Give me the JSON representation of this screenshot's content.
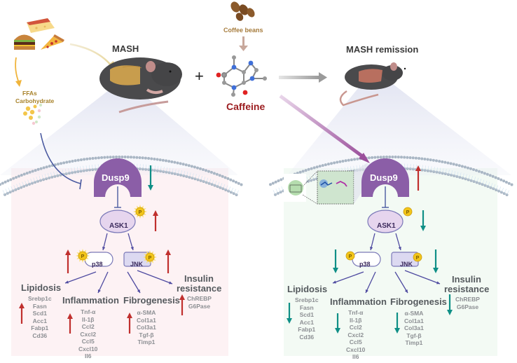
{
  "colors": {
    "up_arrow": "#c0302e",
    "down_arrow": "#0f8f86",
    "dusp9": "#8b5ea7",
    "ask1_fill": "#e6d5ee",
    "node_border": "#7b79b8",
    "jnk_fill": "#dcd9f1",
    "phospho": "#f2c51a",
    "pathway_arrow": "#4e4aa0",
    "caffeine_text": "#9b1c1f",
    "coffee_text": "#a67c3d",
    "food_text": "#a8822a",
    "left_panel_bg": "#fdf2f4",
    "right_panel_bg": "#f3faf4",
    "purple_arrow": "#9a4f9b"
  },
  "top": {
    "food_icons": [
      "cheese-icon",
      "burger-icon",
      "pizza-icon"
    ],
    "ffa_label": "FFAs",
    "carb_label": "Carbohydrate",
    "mash_title": "MASH",
    "plus": "+",
    "coffee_label": "Coffee beans",
    "caffeine_label": "Caffeine",
    "remission_title": "MASH remission"
  },
  "left_panel": {
    "dusp9": {
      "label": "Dusp9",
      "change": "down"
    },
    "ask1": {
      "label": "ASK1",
      "phospho": "P",
      "change": "up"
    },
    "p38": {
      "label": "p38",
      "phospho": "P",
      "change": "up"
    },
    "jnk": {
      "label": "JNK",
      "phospho": "P",
      "change": "up"
    },
    "outcomes": [
      {
        "title": "Lipidosis",
        "genes": [
          "Srebp1c",
          "Fasn",
          "Scd1",
          "Acc1",
          "Fabp1",
          "Cd36"
        ],
        "change": "up"
      },
      {
        "title": "Inflammation",
        "genes": [
          "Tnf-α",
          "Il-1β",
          "Ccl2",
          "Cxcl2",
          "Ccl5",
          "Cxcl10",
          "Il6"
        ],
        "change": "up"
      },
      {
        "title": "Fibrogenesis",
        "genes": [
          "α-SMA",
          "Col1a1",
          "Col3a1",
          "Tgf-β",
          "Timp1"
        ],
        "change": "up"
      },
      {
        "title_line1": "Insulin",
        "title_line2": "resistance",
        "genes": [
          "ChREBP",
          "G6Pase"
        ],
        "change": "up"
      }
    ]
  },
  "right_panel": {
    "dusp9": {
      "label": "Dusp9",
      "change": "up"
    },
    "ask1": {
      "label": "ASK1",
      "phospho": "P",
      "change": "down"
    },
    "p38": {
      "label": "p38",
      "phospho": "P",
      "change": "down"
    },
    "jnk": {
      "label": "JNK",
      "phospho": "P",
      "change": "down"
    },
    "outcomes": [
      {
        "title": "Lipidosis",
        "genes": [
          "Srebp1c",
          "Fasn",
          "Scd1",
          "Acc1",
          "Fabp1",
          "Cd36"
        ],
        "change": "down"
      },
      {
        "title": "Inflammation",
        "genes": [
          "Tnf-α",
          "Il-1β",
          "Ccl2",
          "Cxcl2",
          "Ccl5",
          "Cxcl10",
          "Il6"
        ],
        "change": "down"
      },
      {
        "title": "Fibrogenesis",
        "genes": [
          "α-SMA",
          "Col1a1",
          "Col3a1",
          "Tgf-β",
          "Timp1"
        ],
        "change": "down"
      },
      {
        "title_line1": "Insulin",
        "title_line2": "resistance",
        "genes": [
          "ChREBP",
          "G6Pase"
        ],
        "change": "down"
      }
    ]
  }
}
